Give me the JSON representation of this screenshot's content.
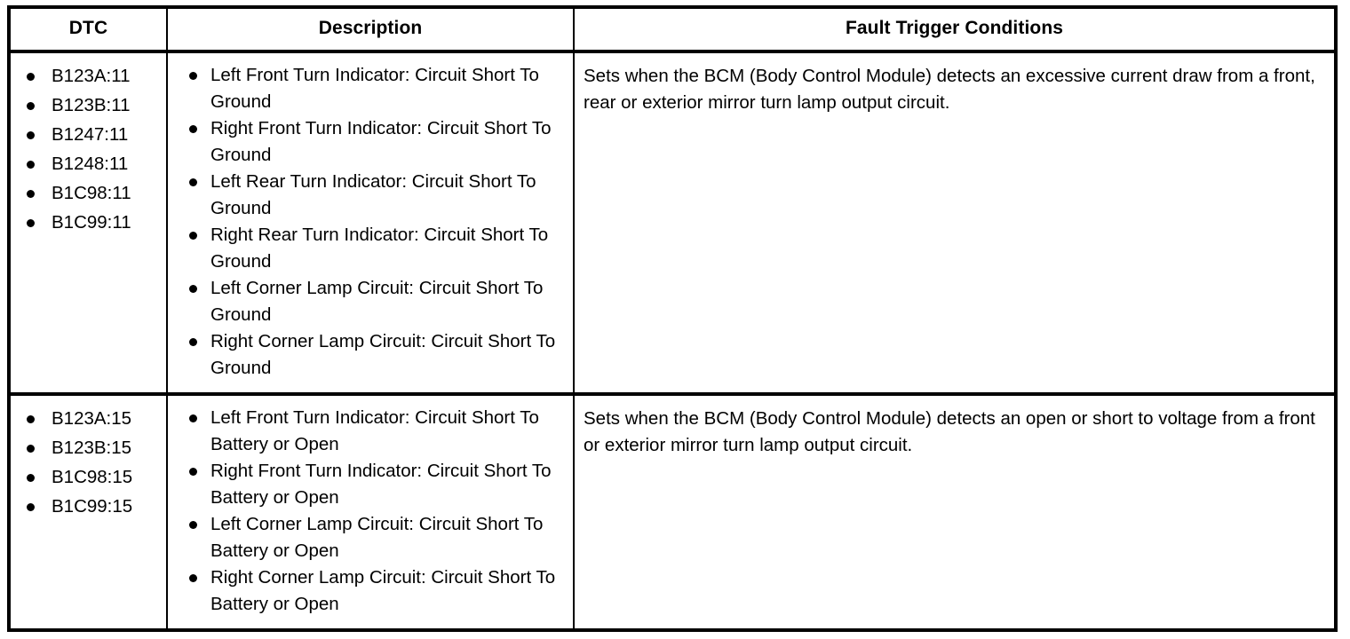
{
  "table": {
    "columns": [
      {
        "key": "dtc",
        "header": "DTC"
      },
      {
        "key": "description",
        "header": "Description"
      },
      {
        "key": "fault",
        "header": "Fault Trigger Conditions"
      }
    ],
    "rows": [
      {
        "dtc_codes": [
          "B123A:11",
          "B123B:11",
          "B1247:11",
          "B1248:11",
          "B1C98:11",
          "B1C99:11"
        ],
        "descriptions": [
          "Left Front Turn Indicator: Circuit Short To Ground",
          "Right Front Turn Indicator: Circuit Short To Ground",
          "Left Rear Turn Indicator: Circuit Short To Ground",
          "Right Rear Turn Indicator: Circuit Short To Ground",
          "Left Corner Lamp Circuit: Circuit Short To Ground",
          "Right Corner Lamp Circuit: Circuit Short To Ground"
        ],
        "fault_conditions": "Sets when the BCM (Body Control Module) detects an excessive current draw from a front, rear or exterior mirror turn lamp output circuit."
      },
      {
        "dtc_codes": [
          "B123A:15",
          "B123B:15",
          "B1C98:15",
          "B1C99:15"
        ],
        "descriptions": [
          "Left Front Turn Indicator: Circuit Short To Battery or Open",
          "Right Front Turn Indicator: Circuit Short To Battery or Open",
          "Left Corner Lamp Circuit: Circuit Short To Battery or Open",
          "Right Corner Lamp Circuit: Circuit Short To Battery or Open"
        ],
        "fault_conditions": "Sets when the BCM (Body Control Module) detects an open or short to voltage from a front or exterior mirror turn lamp output circuit."
      }
    ]
  },
  "colors": {
    "border": "#000000",
    "text": "#000000",
    "background": "#ffffff"
  }
}
